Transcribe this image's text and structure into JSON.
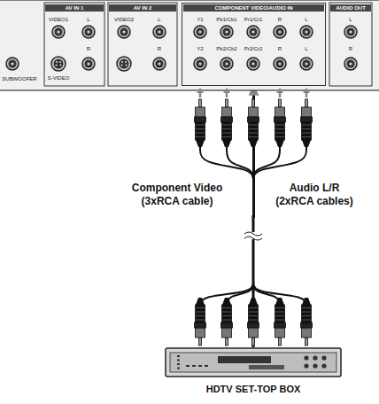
{
  "diagram": {
    "nodes": [
      {
        "text": [
          "COMPONENT VIDEO/AUDIO IN"
        ]
      },
      {
        "text": [
          "HDTV SET-TOP BOX"
        ]
      }
    ],
    "edges": [
      {
        "from": 1,
        "to": 0,
        "arrow": "to"
      }
    ],
    "labels": [
      "AV IN 1",
      "AV IN 2",
      "AUDIO OUT",
      "VIDEO1",
      "L",
      "S-VIDEO",
      "R",
      "VIDEO2",
      "L",
      "R",
      "Y1",
      "Pb1/Cb1",
      "Pr1/Cr1",
      "R",
      "L",
      "Y2",
      "Pb2/Cb2",
      "Pr2/Cr2",
      "R",
      "L",
      "L",
      "R",
      "SUBWOOFER",
      "Component Video (3xRCA cable)",
      "Audio L/R (2xRCA cables)"
    ]
  }
}
